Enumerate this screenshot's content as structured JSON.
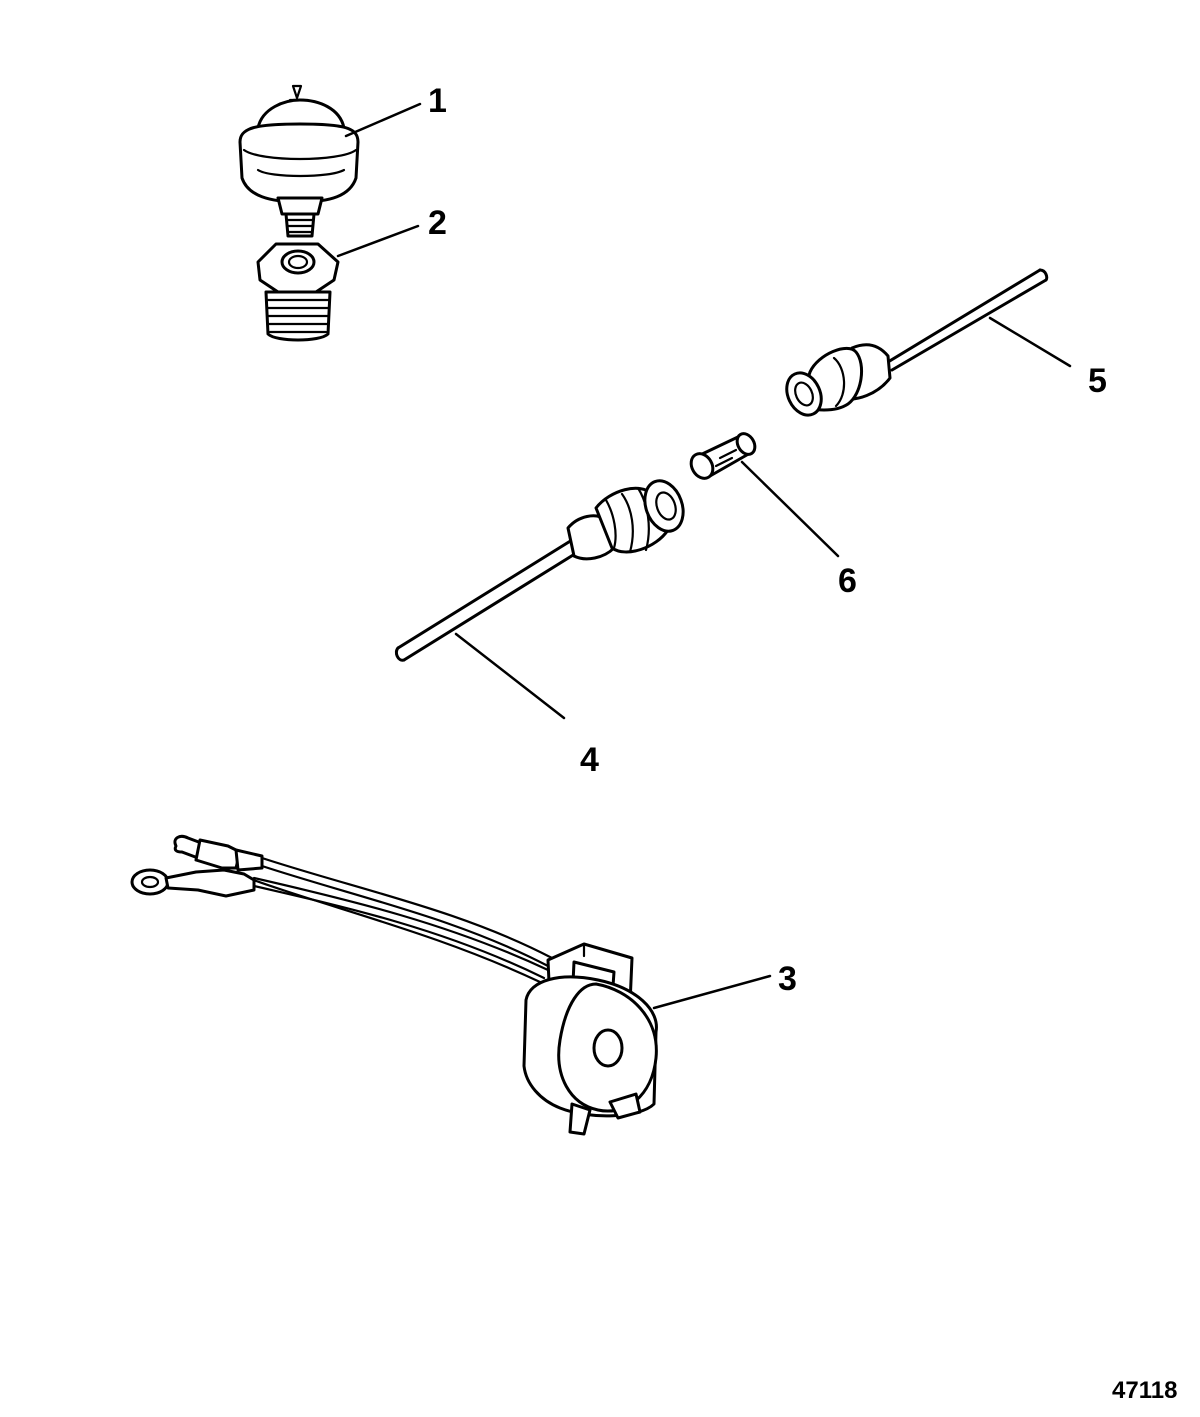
{
  "callouts": [
    {
      "id": "1",
      "label": "1"
    },
    {
      "id": "2",
      "label": "2"
    },
    {
      "id": "3",
      "label": "3"
    },
    {
      "id": "4",
      "label": "4"
    },
    {
      "id": "5",
      "label": "5"
    },
    {
      "id": "6",
      "label": "6"
    }
  ],
  "figure_id": "47118",
  "colors": {
    "line": "#000000",
    "background": "#ffffff"
  }
}
